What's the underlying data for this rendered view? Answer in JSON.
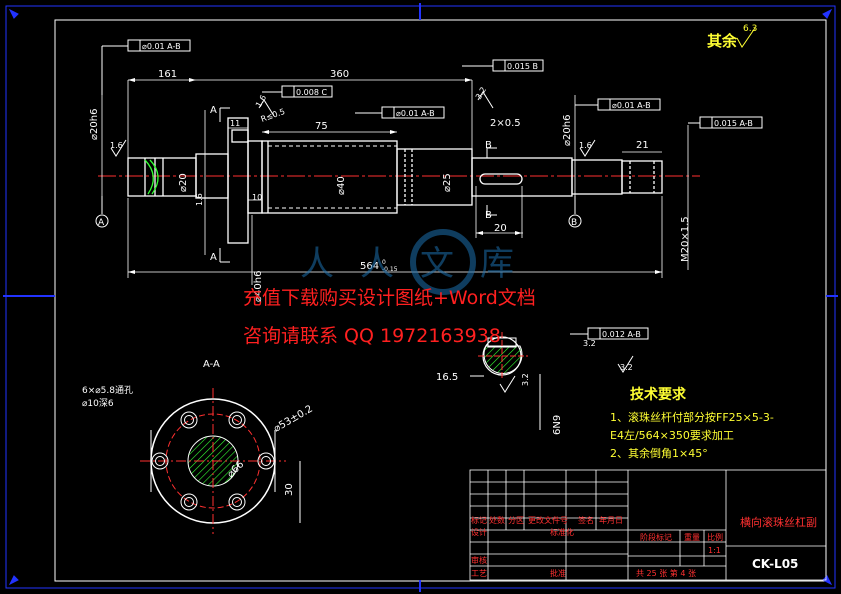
{
  "drawing": {
    "roughness_label": "其余",
    "roughness_value": "6.3",
    "watermark_line1": "充值下载购买设计图纸+Word文档",
    "watermark_line2": "咨询请联系 QQ 1972163938",
    "watermark_logo_text": "人人文库",
    "section_label": "A-A",
    "colors": {
      "background": "#000000",
      "outline": "#ffffff",
      "dimension": "#ffffff",
      "centerline": "#ff3030",
      "hatch": "#33ff33",
      "frame": "#2233ff",
      "text_yellow": "#ffff33",
      "watermark": "#ff2020",
      "title_red": "#ff3030"
    }
  },
  "dimensions": {
    "d161": "161",
    "d360": "360",
    "d75": "75",
    "d11": "11",
    "d10": "10",
    "d2x05": "2×0.5",
    "d21": "21",
    "d20": "20",
    "d564": "564",
    "d564_tol": "0",
    "d564_tol2": "-0.15",
    "phi20": "⌀20",
    "phi40": "⌀40",
    "phi25": "⌀25",
    "phi20h6_left": "⌀20h6",
    "phi20h6_right": "⌀20h6",
    "phi40h6": "⌀40h6",
    "m20": "M20×1.5",
    "r05": "R≤0.5",
    "r16_a": "1.6",
    "r16_b": "1.6",
    "r16_c": "1.6",
    "r16_d": "1.6",
    "r32_a": "3.2",
    "r32_b": "3.2",
    "r32_c": "3.2",
    "r32_d": "3.2",
    "d165": "16.5",
    "d6n9": "6N9",
    "bolt_holes": "6×⌀5.8通孔",
    "counterbore": "⌀10深6",
    "phi53": "⌀53±0.2",
    "d30": "30",
    "phi66": "⌀66",
    "label_A1": "A",
    "label_A2": "A",
    "label_B1": "B",
    "label_B2": "B",
    "datum_A": "A",
    "datum_B": "B"
  },
  "tolerances": {
    "t1": "⌀0.01 A-B",
    "t2": "0.015 B",
    "t3": "0.008 C",
    "t4": "⌀0.01 A-B",
    "t5": "⌀0.01 A-B",
    "t6": "0.015 A-B",
    "t7": "0.012 A-B"
  },
  "tech_requirements": {
    "heading": "技术要求",
    "line1": "1、滚珠丝杆付部分按FF25×5-3-",
    "line2": "E4左/564×350要求加工",
    "line3": "2、其余倒角1×45°"
  },
  "title_block": {
    "part_name": "横向滚珠丝杠副",
    "drawing_no": "CK-L05",
    "scale": "1:1",
    "sheets": "共 25 张 第 4 张",
    "headers": [
      "标记",
      "处数",
      "分区",
      "更改文件号",
      "签名",
      "年月日"
    ],
    "designer": "设计",
    "standardization": "标准化",
    "stage_mark": "阶段标记",
    "weight": "重量",
    "ratio": "比例",
    "checker": "审核",
    "process": "工艺",
    "approve": "批准"
  }
}
